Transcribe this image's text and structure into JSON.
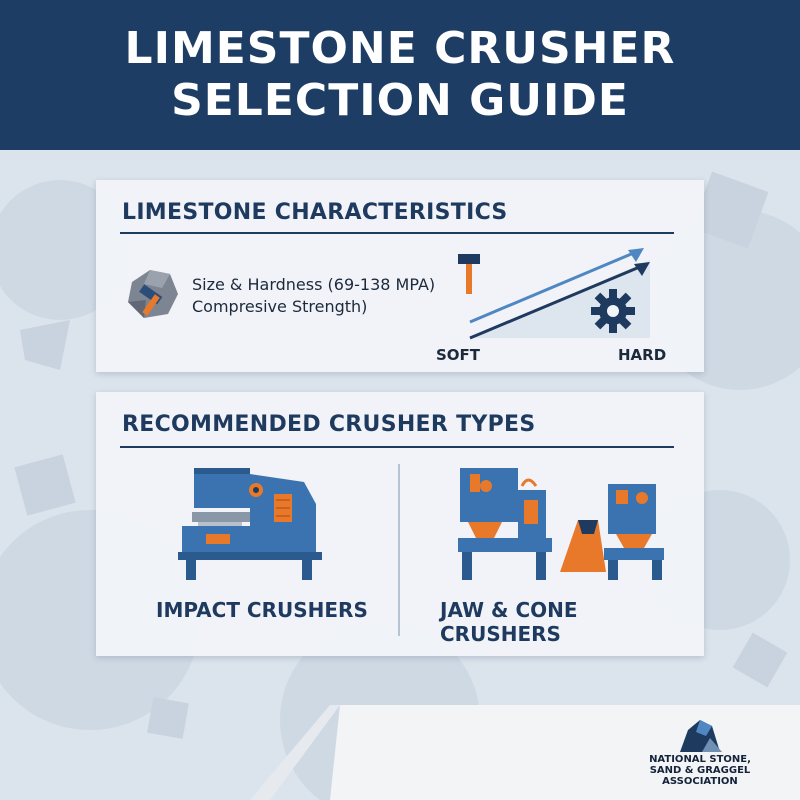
{
  "header": {
    "title_line1": "LIMESTONE CRUSHER",
    "title_line2": "SELECTION GUIDE"
  },
  "colors": {
    "header_bg": "#1e3d64",
    "accent_orange": "#e8792b",
    "machine_blue": "#3b73b0",
    "title_navy": "#1f3a5f"
  },
  "characteristics": {
    "title": "LIMESTONE CHARACTERISTICS",
    "text_line1": "Size & Hardness (69-138 MPA)",
    "text_line2": "Compresive Strength)",
    "scale_low": "SOFT",
    "scale_high": "HARD",
    "icons": [
      "rock-icon",
      "hammer-icon",
      "gear-icon"
    ]
  },
  "crushers": {
    "title": "RECOMMENDED CRUSHER TYPES",
    "items": [
      {
        "label": "IMPACT CRUSHERS",
        "icon": "impact-crusher-icon"
      },
      {
        "label": "JAW & CONE CRUSHERS",
        "icon": "jaw-cone-crusher-icon"
      }
    ]
  },
  "logo": {
    "line1": "NATIONAL STONE,",
    "line2": "SAND & GRAGGEL",
    "line3": "ASSOCIATION"
  }
}
